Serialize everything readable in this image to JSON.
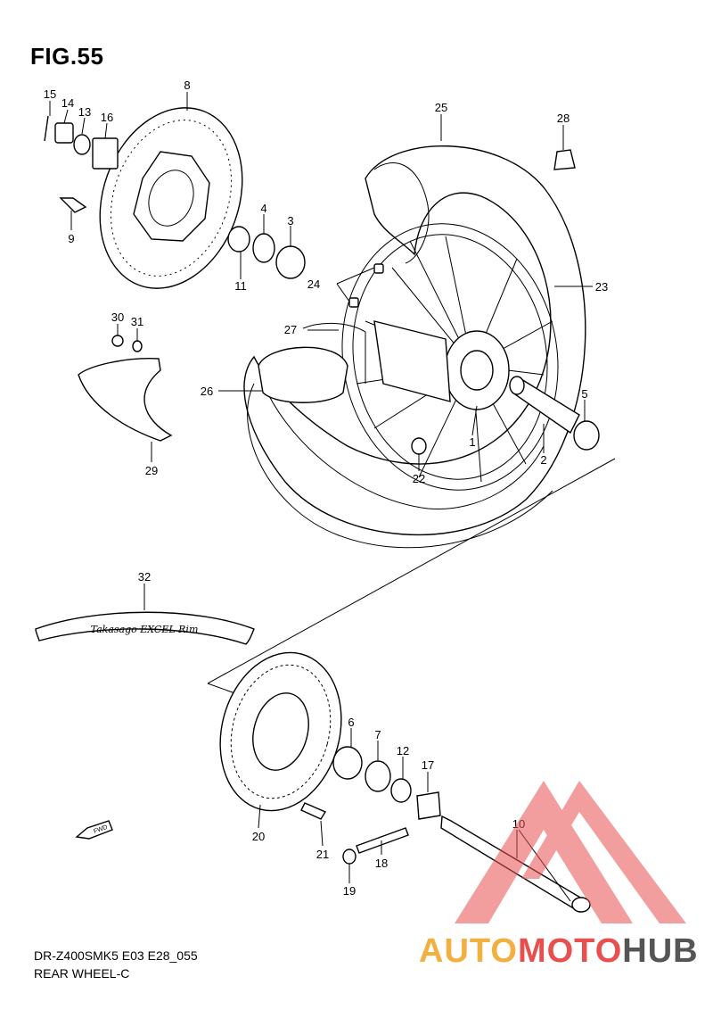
{
  "figure": {
    "title": "FIG.55",
    "diagram_code": "DR-Z400SMK5 E03 E28_055",
    "diagram_name": "REAR WHEEL-C"
  },
  "rim_decal_text": "Takasago EXCEL Rim",
  "watermark": {
    "word_a": "AUTO",
    "word_b": "MOTO",
    "word_c": "HUB",
    "color_a": "#f2b040",
    "color_b": "#e85050",
    "color_c": "#555555"
  },
  "callouts": [
    {
      "id": "c1",
      "label": "1"
    },
    {
      "id": "c2",
      "label": "2"
    },
    {
      "id": "c3",
      "label": "3"
    },
    {
      "id": "c4",
      "label": "4"
    },
    {
      "id": "c5",
      "label": "5"
    },
    {
      "id": "c6",
      "label": "6"
    },
    {
      "id": "c7",
      "label": "7"
    },
    {
      "id": "c8",
      "label": "8"
    },
    {
      "id": "c9",
      "label": "9"
    },
    {
      "id": "c10",
      "label": "10"
    },
    {
      "id": "c11",
      "label": "11"
    },
    {
      "id": "c12",
      "label": "12"
    },
    {
      "id": "c13",
      "label": "13"
    },
    {
      "id": "c14",
      "label": "14"
    },
    {
      "id": "c15",
      "label": "15"
    },
    {
      "id": "c16",
      "label": "16"
    },
    {
      "id": "c17",
      "label": "17"
    },
    {
      "id": "c18",
      "label": "18"
    },
    {
      "id": "c19",
      "label": "19"
    },
    {
      "id": "c20",
      "label": "20"
    },
    {
      "id": "c21",
      "label": "21"
    },
    {
      "id": "c22",
      "label": "22"
    },
    {
      "id": "c23",
      "label": "23"
    },
    {
      "id": "c24",
      "label": "24"
    },
    {
      "id": "c25",
      "label": "25"
    },
    {
      "id": "c26",
      "label": "26"
    },
    {
      "id": "c27",
      "label": "27"
    },
    {
      "id": "c28",
      "label": "28"
    },
    {
      "id": "c29",
      "label": "29"
    },
    {
      "id": "c30",
      "label": "30"
    },
    {
      "id": "c31",
      "label": "31"
    },
    {
      "id": "c32",
      "label": "32"
    }
  ],
  "fwd_label": "FWD"
}
